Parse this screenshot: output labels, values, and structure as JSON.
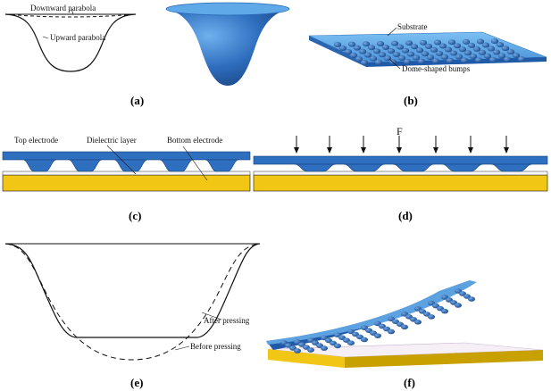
{
  "panels": {
    "a": {
      "caption": "(a)",
      "label_downward": "Downward parabola",
      "label_upward": "Upward parabola"
    },
    "b": {
      "caption": "(b)",
      "label_substrate": "Substrate",
      "label_bumps": "Dome-shaped bumps"
    },
    "c": {
      "caption": "(c)",
      "label_top_electrode": "Top electrode",
      "label_dielectric": "Dielectric layer",
      "label_bottom_electrode": "Bottom electrode"
    },
    "d": {
      "caption": "(d)",
      "label_force": "F"
    },
    "e": {
      "caption": "(e)",
      "label_after": "After pressing",
      "label_before": "Before pressing"
    },
    "f": {
      "caption": "(f)"
    }
  },
  "colors": {
    "electrode_blue": "#2f6fbf",
    "electrode_dark": "#1d4f96",
    "electrode_light": "#5da2e0",
    "bottom_yellow": "#f2c614",
    "bottom_dark": "#c89c00",
    "line": "#111111"
  }
}
